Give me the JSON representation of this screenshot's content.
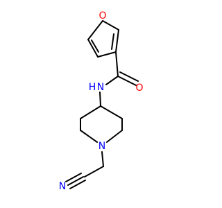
{
  "molecule": {
    "atoms": {
      "furan_oxygen": {
        "symbol": "O",
        "color": "#ff0000"
      },
      "amide_oxygen": {
        "symbol": "O",
        "color": "#ff0000"
      },
      "amide_nitrogen": {
        "symbol": "N",
        "extra": "H",
        "color": "#0000ff"
      },
      "piperidine_nitrogen": {
        "symbol": "N",
        "color": "#0000ff"
      },
      "nitrile_nitrogen": {
        "symbol": "N",
        "color": "#0000ff"
      }
    },
    "colors": {
      "bond": "#000000",
      "oxygen": "#ff0000",
      "nitrogen": "#0000ff",
      "background": "#ffffff"
    }
  }
}
